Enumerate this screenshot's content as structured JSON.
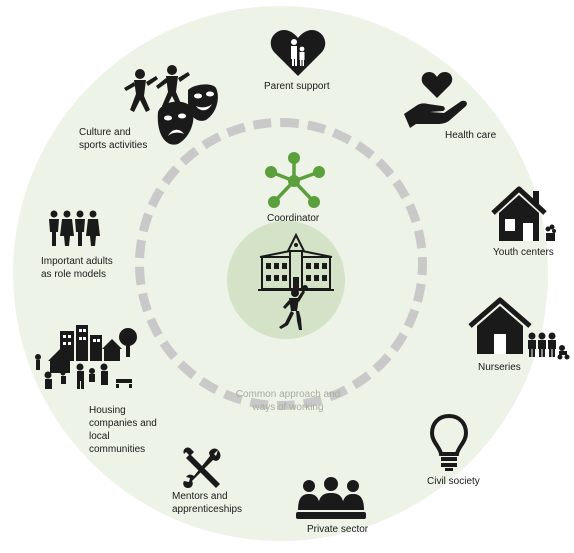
{
  "diagram": {
    "center": {
      "coordinator_label": "Coordinator",
      "approach_label": "Common approach and\nways of working"
    },
    "nodes": {
      "parent_support": "Parent support",
      "health_care": "Health care",
      "youth_centers": "Youth centers",
      "nurseries": "Nurseries",
      "civil_society": "Civil society",
      "private_sector": "Private sector",
      "mentors": "Mentors and\napprenticeships",
      "housing": "Housing\ncompanies and\nlocal\ncommunities",
      "important_adults": "Important adults\nas role models",
      "culture_sports": "Culture and\nsports activities"
    },
    "colors": {
      "outer_disc": "#edf3e6",
      "inner_disc": "#d4e2c7",
      "dashed_ring": "#c9c9c9",
      "coordinator_green": "#5c9f3d",
      "icon_dark": "#1a1a1a"
    },
    "icons": [
      "heart-family-icon",
      "hand-heart-icon",
      "house-icon",
      "house-family-icon",
      "lightbulb-icon",
      "group-people-icon",
      "wrench-screwdriver-icon",
      "neighborhood-icon",
      "four-adults-icon",
      "dancers-theater-masks-icon",
      "network-nodes-icon",
      "school-building-icon",
      "basketball-player-icon"
    ]
  }
}
